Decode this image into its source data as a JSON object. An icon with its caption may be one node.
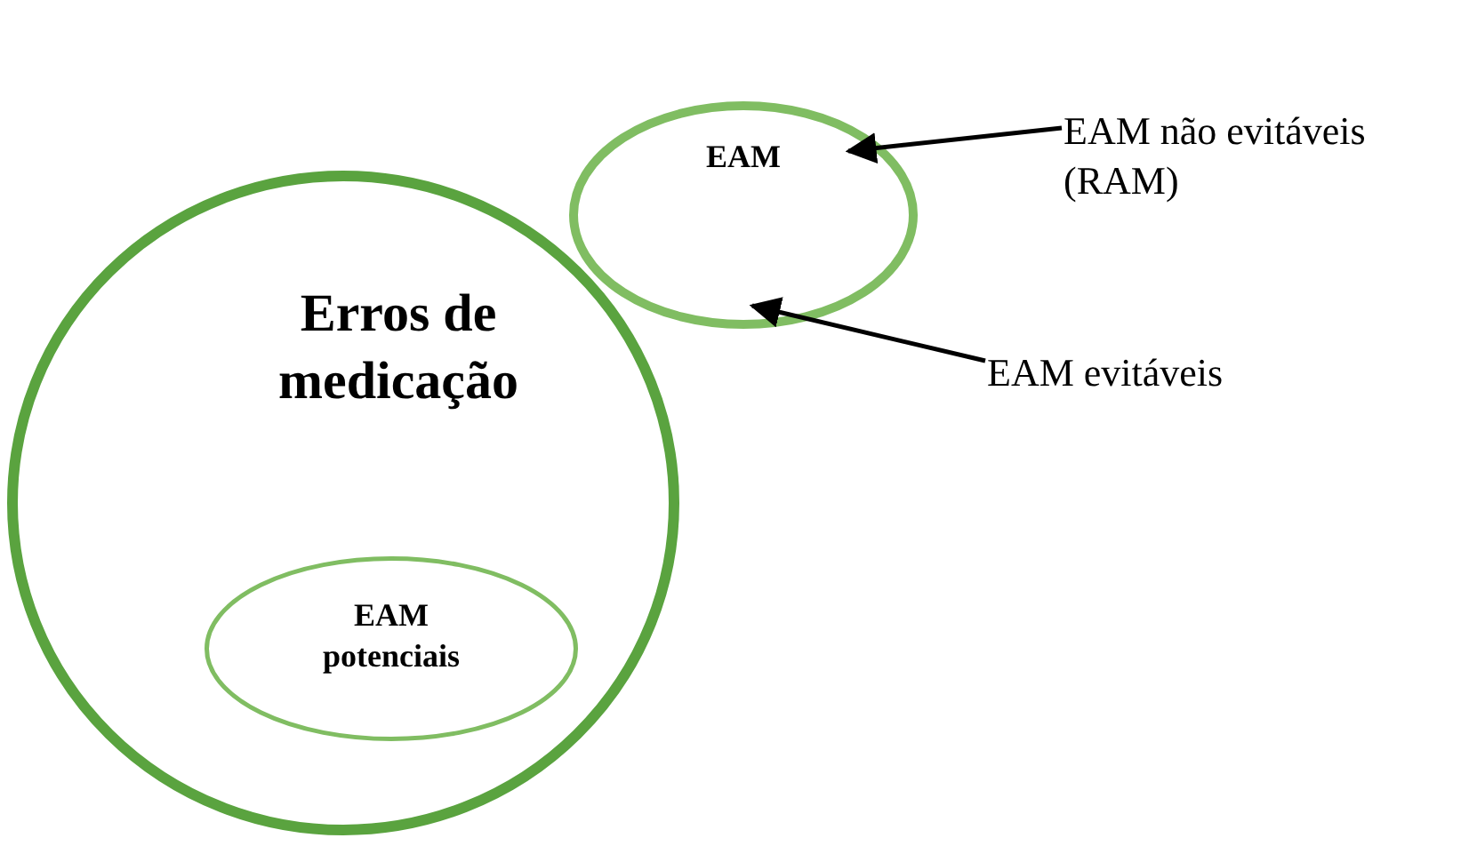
{
  "diagram": {
    "nodes": [
      {
        "text": [
          "Erros de medicação"
        ]
      },
      {
        "text": [
          "EAM"
        ]
      },
      {
        "text": [
          "EAM potenciais"
        ],
        "in": 0
      },
      {
        "text": [
          "EAM não evitáveis (RAM)"
        ]
      },
      {
        "text": [
          "EAM evitáveis"
        ]
      }
    ],
    "edges": [
      {
        "from": 3,
        "to": 1,
        "arrow": "to"
      },
      {
        "from": 4,
        "to": 1,
        "arrow": "to"
      }
    ]
  }
}
